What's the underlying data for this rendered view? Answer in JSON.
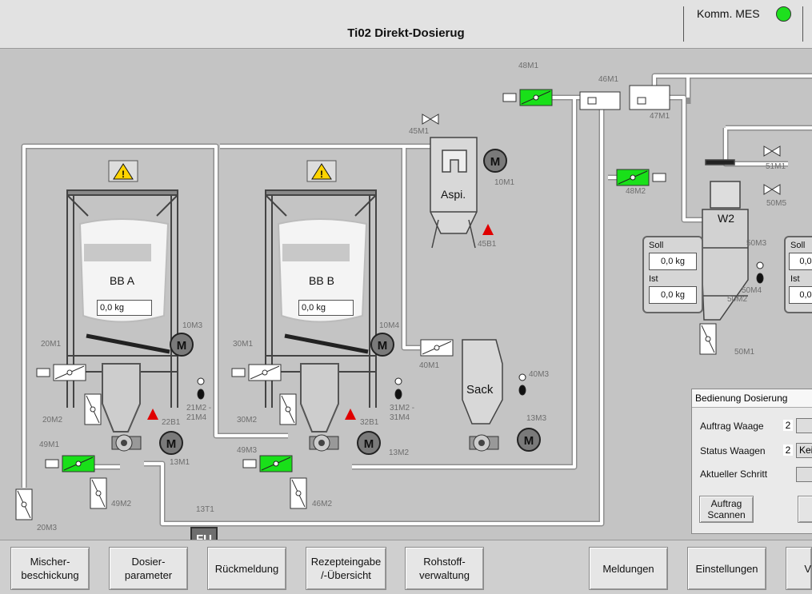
{
  "header": {
    "title": "Ti02 Direkt-Dosierug",
    "mes_label": "Komm. MES",
    "mes_status_color": "#1ee01e"
  },
  "plant": {
    "bb_a": {
      "label": "BB A",
      "weight": "0,0 kg"
    },
    "bb_b": {
      "label": "BB B",
      "weight": "0,0 kg"
    },
    "aspi_label": "Aspi.",
    "sack_label": "Sack",
    "w2_label": "W2",
    "fu_label": "FU",
    "motor_symbol": "M",
    "tags": {
      "t48M1": "48M1",
      "t46M1": "46M1",
      "t47M1": "47M1",
      "t45M1": "45M1",
      "t10M1": "10M1",
      "t45B1": "45B1",
      "t48M2": "48M2",
      "t51M1": "51M1",
      "t50M5": "50M5",
      "t50M3": "50M3",
      "t50M4": "50M4",
      "t50M2": "50M2",
      "t50M1": "50M1",
      "t10M3": "10M3",
      "t10M4": "10M4",
      "t20M1": "20M1",
      "t30M1": "30M1",
      "t40M1": "40M1",
      "t40M3": "40M3",
      "t20M2": "20M2",
      "t22B1": "22B1",
      "t21M2": "21M2 -",
      "t21M4": "21M4",
      "t30M2": "30M2",
      "t32B1": "32B1",
      "t31M2": "31M2 -",
      "t31M4": "31M4",
      "t13M3": "13M3",
      "t49M1": "49M1",
      "t13M1": "13M1",
      "t49M3": "49M3",
      "t13M2": "13M2",
      "t49M2": "49M2",
      "t46M2": "46M2",
      "t20M3": "20M3",
      "t13T1": "13T1"
    }
  },
  "scale_w1": {
    "soll_label": "Soll",
    "soll_value": "0,0 kg",
    "ist_label": "Ist",
    "ist_value": "0,0 kg"
  },
  "scale_w2": {
    "soll_label": "Soll",
    "soll_value": "0,0",
    "ist_label": "Ist",
    "ist_value": "0,0"
  },
  "dosing_panel": {
    "title": "Bedienung Dosierung",
    "auftrag_waage_label": "Auftrag Waage",
    "auftrag_waage_num": "2",
    "status_waagen_label": "Status Waagen",
    "status_waagen_num": "2",
    "status_waagen_value": "Kei",
    "aktueller_schritt_label": "Aktueller Schritt",
    "scan_button": "Auftrag\nScannen"
  },
  "footer": {
    "buttons": [
      "Mischer-\nbeschickung",
      "Dosier-\nparameter",
      "Rückmeldung",
      "Rezepteingabe\n/-Übersicht",
      "Rohstoff-\nverwaltung",
      "Meldungen",
      "Einstellungen",
      "V"
    ]
  }
}
